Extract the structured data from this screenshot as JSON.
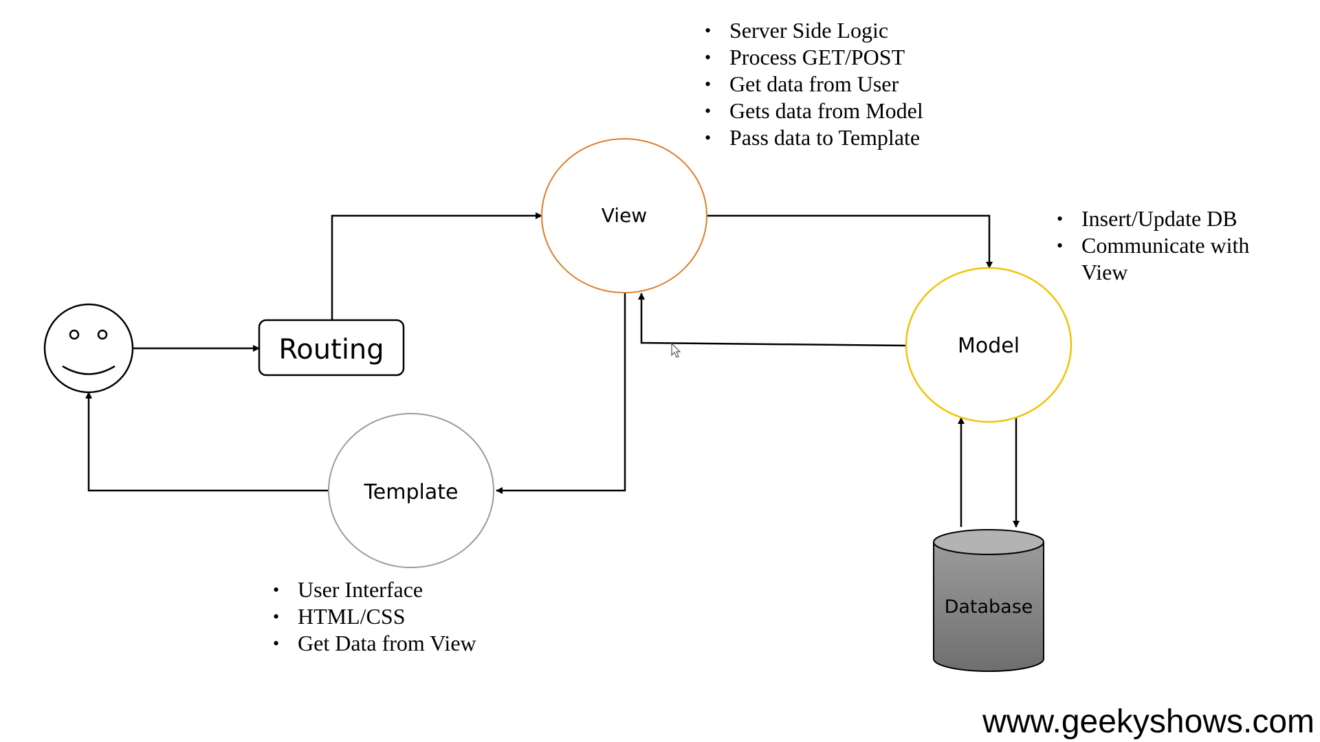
{
  "nodes": {
    "routing": "Routing",
    "view": "View",
    "model": "Model",
    "template": "Template",
    "database": "Database"
  },
  "view_notes": [
    "Server Side Logic",
    "Process GET/POST",
    "Get data from User",
    "Gets data from Model",
    "Pass data to Template"
  ],
  "model_notes": [
    "Insert/Update DB",
    "Communicate with View"
  ],
  "template_notes": [
    "User Interface",
    "HTML/CSS",
    "Get Data from View"
  ],
  "watermark": "www.geekyshows.com",
  "colors": {
    "view_circle": "#E07B28",
    "model_circle": "#F2C300",
    "template_circle": "#9A9A9A",
    "database_fill": "#8C8C8C"
  },
  "icons": {
    "user": "smiley-face-icon",
    "cursor": "mouse-pointer-icon"
  }
}
